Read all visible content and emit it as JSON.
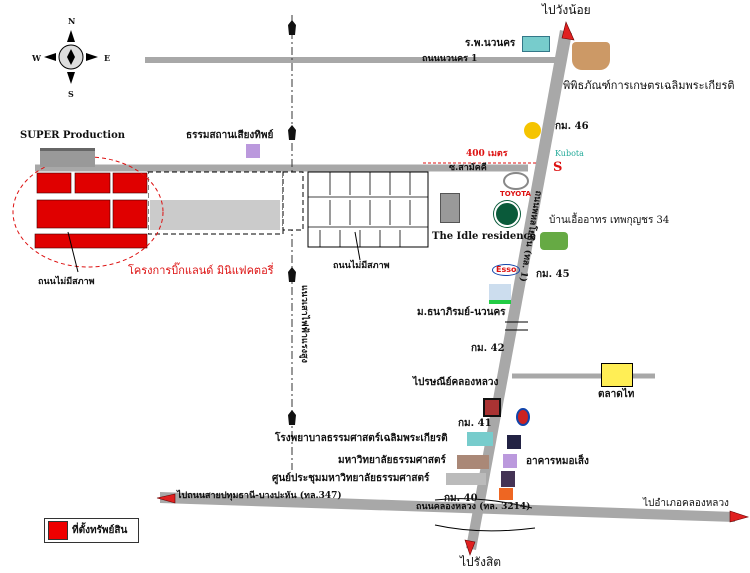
{
  "compass": {
    "n": "N",
    "s": "S",
    "e": "E",
    "w": "W"
  },
  "labels": {
    "to_wang_noi": "ไปวังน้อย",
    "to_rangsit": "ไปรังสิต",
    "to_khlong_luang": "ไปอำเภอคลองหลวง",
    "to_pathum": "ไปถนนสายปทุมธานี-บางปะหัน (ทล.347)",
    "navanakorn_hospital": "ร.พ.นวนคร",
    "navanakorn_road": "ถนนนวนคร 1",
    "museum": "พิพิธภัณฑ์การเกษตรเฉลิมพระเกียรติ",
    "km46": "กม. 46",
    "distance": "400 เมตร",
    "soi": "ซ.สามัคคี",
    "super_production": "SUPER Production",
    "dharma_place": "ธรรมสถานเสียงทิพย์",
    "idle": "The Idle residence",
    "elderly_home": "บ้านเอื้ออาทร เทพกุญชร 34",
    "km45": "กม. 45",
    "phahon_road": "ถนนพหลโยธิน (ทล. 1)",
    "no_road_left": "ถนนไม่มีสภาพ",
    "no_road_mid": "ถนนไม่มีสภาพ",
    "project": "โครงการบิ๊กแลนด์ มินิแฟคตอรี่",
    "power_line": "แนวเสาไฟฟ้าแรงสูง",
    "village": "ม.ธนาภิรมย์-นวนคร",
    "km42": "กม. 42",
    "post_office": "ไปรษณีย์คลองหลวง",
    "market": "ตลาดไท",
    "km41": "กม. 41",
    "tu_hospital": "โรงพยาบาลธรรมศาสตร์เฉลิมพระเกียรติ",
    "tu": "มหาวิทยาลัยธรรมศาสตร์",
    "building": "อาคารหมอเส็ง",
    "convention": "ศูนย์ประชุมมหาวิทยาลัยธรรมศาสตร์",
    "km40": "กม. 40",
    "khlong_luang_road": "ถนนคลองหลวง (ทล. 3214)",
    "toyota": "TOYOTA",
    "kubota": "Kubota",
    "esso": "Esso"
  },
  "legend": {
    "label": "ที่ตั้งทรัพย์สิน",
    "color": "#e00000"
  },
  "colors": {
    "road": "#a8a8a8",
    "property": "#e00000",
    "arrow": "#e02020"
  }
}
